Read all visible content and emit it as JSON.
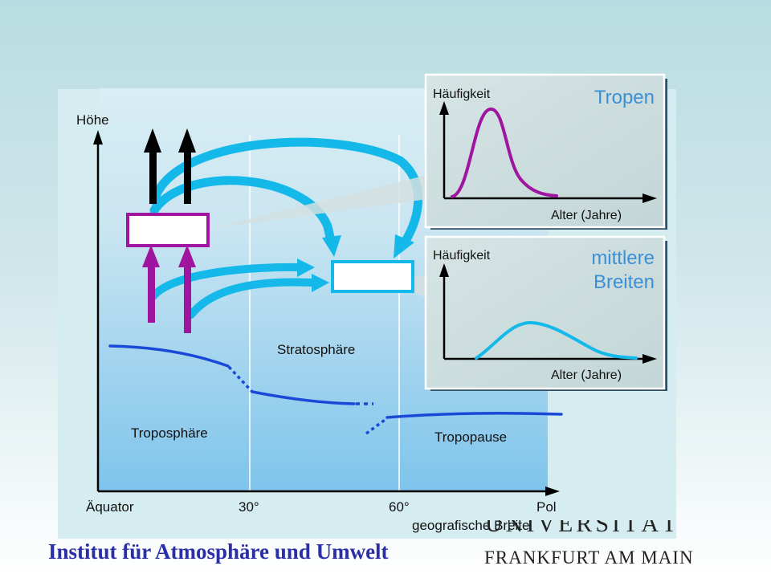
{
  "diagram": {
    "y_axis_label": "Höhe",
    "x_axis_label": "geografische Breite",
    "x_ticks": [
      "Äquator",
      "30°",
      "60°",
      "Pol"
    ],
    "regions": {
      "stratosphere": "Stratosphäre",
      "troposphere": "Troposphäre",
      "tropopause": "Tropopause"
    },
    "colors": {
      "cyan": "#14b9ea",
      "purple": "#a0159f",
      "tropopause_line": "#1a49d8",
      "inset_title": "#3b8fd6"
    }
  },
  "insets": [
    {
      "title": "Tropen",
      "ylabel": "Häufigkeit",
      "xlabel": "Alter (Jahre)",
      "curve_color": "#a0159f"
    },
    {
      "title_line1": "mittlere",
      "title_line2": "Breiten",
      "ylabel": "Häufigkeit",
      "xlabel": "Alter (Jahre)",
      "curve_color": "#14b9ea"
    }
  ],
  "footer": {
    "institute": "Institut für Atmosphäre und Umwelt",
    "university_top": "UNIVERSITÄT",
    "university_bottom": "FRANKFURT AM MAIN"
  }
}
